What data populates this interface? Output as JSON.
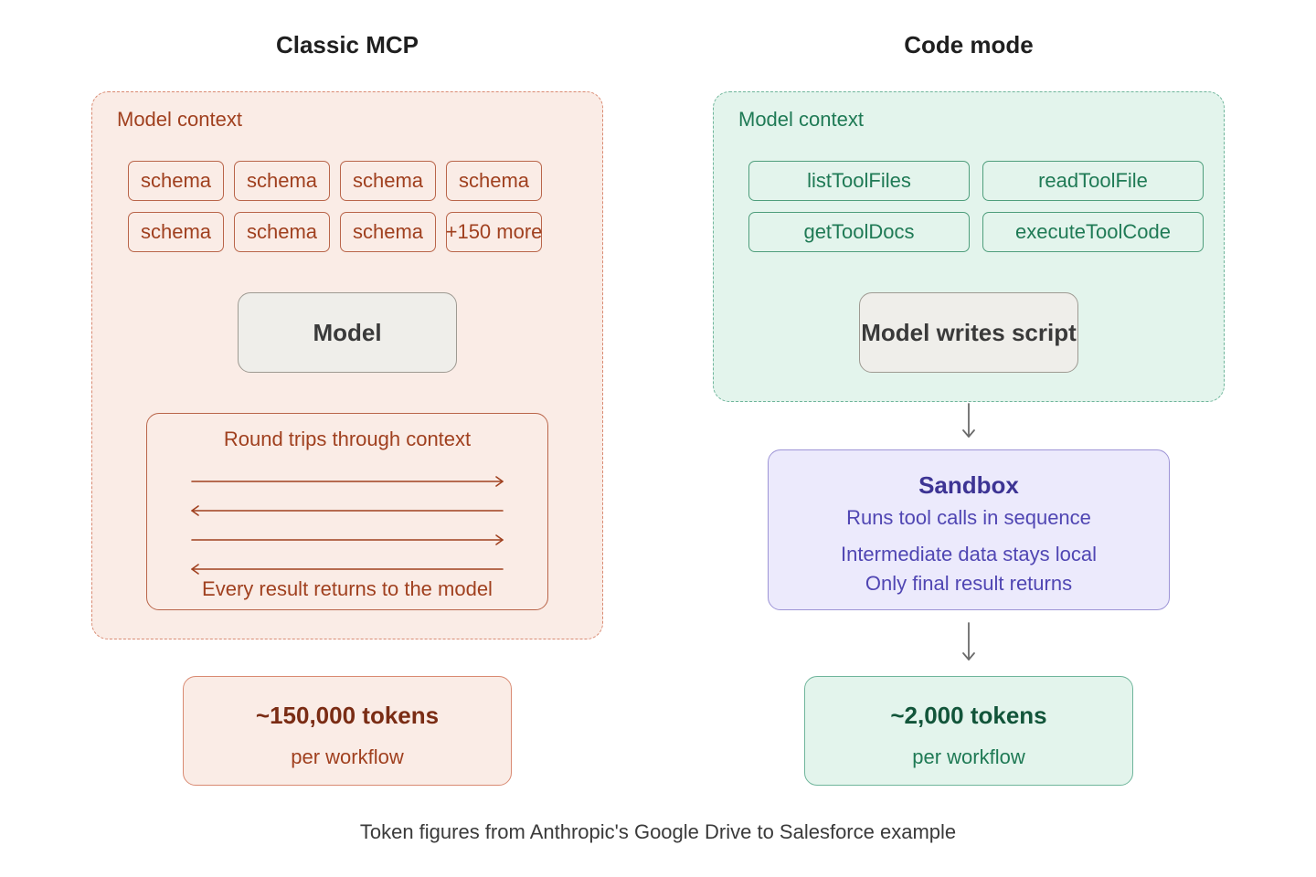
{
  "classic": {
    "title": "Classic MCP",
    "context_label": "Model context",
    "schemas": [
      "schema",
      "schema",
      "schema",
      "schema",
      "schema",
      "schema",
      "schema"
    ],
    "more_label": "+150 more",
    "model_label": "Model",
    "round_trips_title": "Round trips through context",
    "round_trips_footer": "Every result returns to the model",
    "tokens": "~150,000 tokens",
    "per_workflow": "per workflow",
    "colors": {
      "stroke": "#b9654a",
      "fill": "#faece6",
      "text": "#a0401f"
    }
  },
  "code_mode": {
    "title": "Code mode",
    "context_label": "Model context",
    "tools": [
      "listToolFiles",
      "readToolFile",
      "getToolDocs",
      "executeToolCode"
    ],
    "model_label": "Model writes script",
    "sandbox": {
      "title": "Sandbox",
      "lines": [
        "Runs tool calls in sequence",
        "Intermediate data stays local",
        "Only final result returns"
      ]
    },
    "tokens": "~2,000 tokens",
    "per_workflow": "per workflow",
    "colors": {
      "stroke": "#4f9e7c",
      "fill": "#e3f4ec",
      "text": "#1f7a55",
      "sandbox_fill": "#eceafc",
      "sandbox_text": "#5046b3"
    }
  },
  "footnote": "Token figures from Anthropic's Google Drive to Salesforce example"
}
